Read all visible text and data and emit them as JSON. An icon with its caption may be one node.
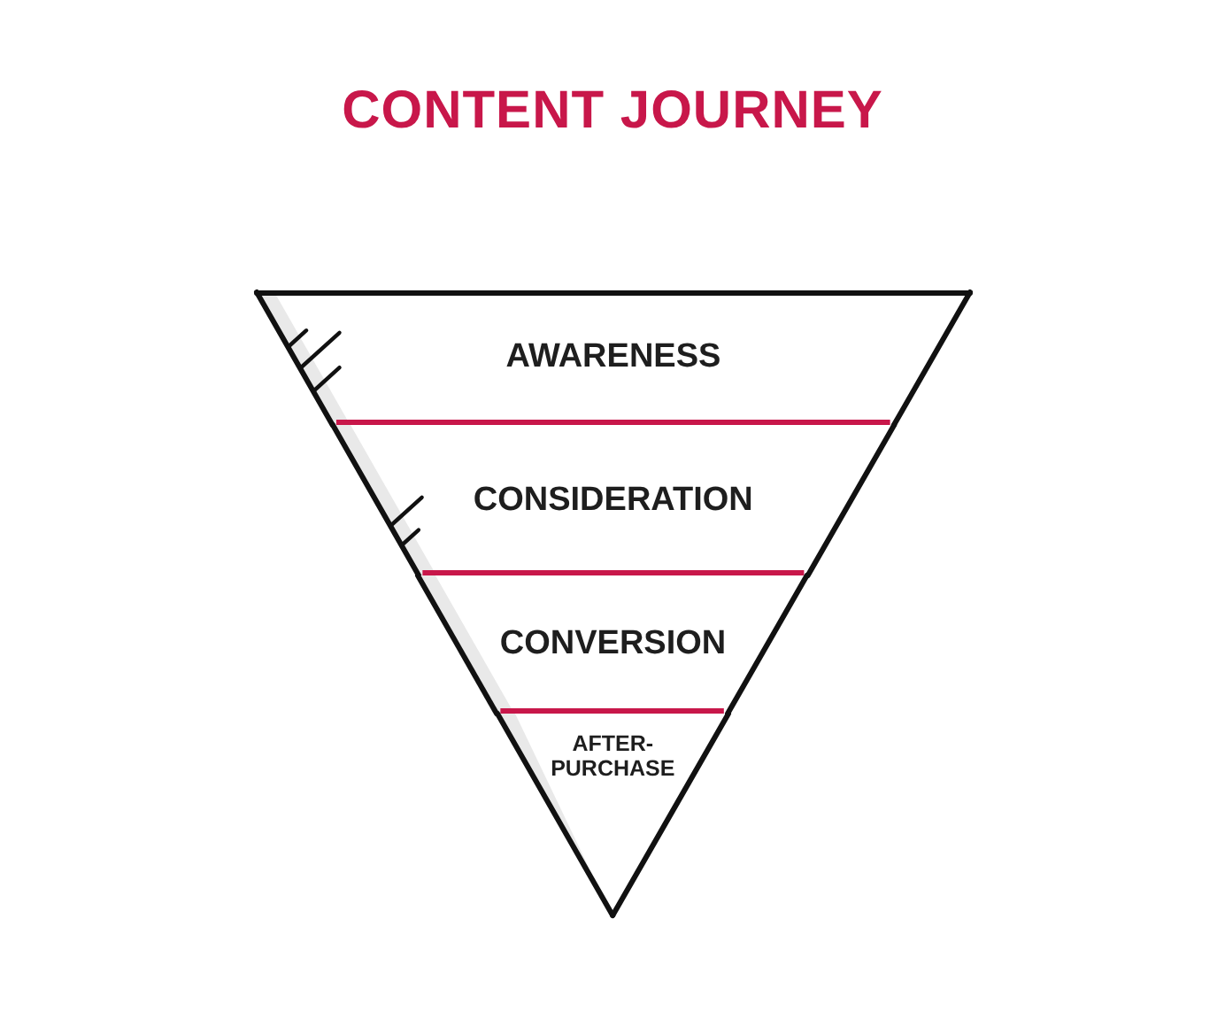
{
  "diagram": {
    "title": "CONTENT JOURNEY",
    "nodes": [
      {
        "text": [
          "AWARENESS"
        ]
      },
      {
        "text": [
          "CONSIDERATION"
        ]
      },
      {
        "text": [
          "CONVERSION"
        ]
      },
      {
        "text": [
          "AFTER-PURCHASE"
        ]
      }
    ]
  }
}
